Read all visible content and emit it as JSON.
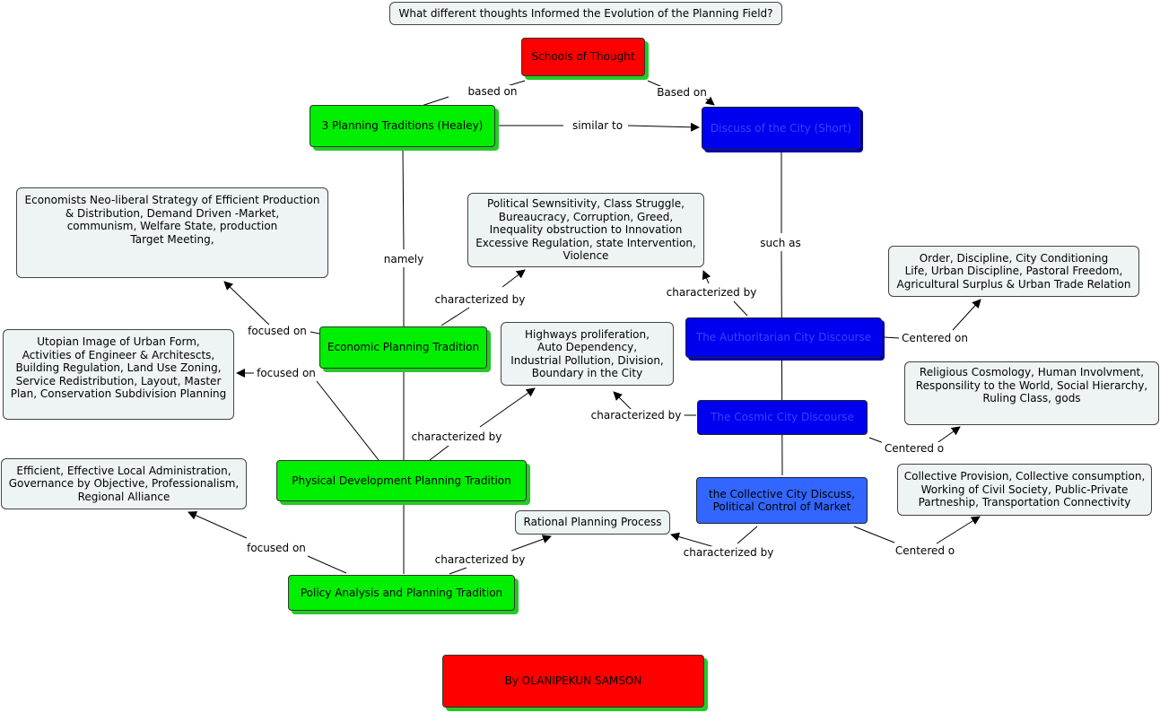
{
  "nodes": {
    "question": "What different thoughts Informed the Evolution of the Planning Field?",
    "schools": "Schools of Thought",
    "healey": "3 Planning Traditions (Healey)",
    "discuss_short": "Discuss of the City (Short)",
    "economists": "Economists Neo-liberal Strategy of Efficient Production\n& Distribution, Demand Driven -Market,\ncommunism, Welfare State, production\nTarget Meeting,",
    "political": "Political Sewnsitivity,  Class Struggle,\nBureaucracy,  Corruption, Greed,\nInequality obstruction to Innovation\nExcessive Regulation, state Intervention,\nViolence",
    "order": "Order, Discipline, City Conditioning\nLife, Urban Discipline, Pastoral Freedom,\nAgricultural Surplus & Urban Trade Relation",
    "utopian": "Utopian Image of Urban Form,\nActivities of Engineer & Architescts,\nBuilding Regulation, Land Use Zoning,\nService Redistribution, Layout, Master\nPlan, Conservation Subdivision Planning",
    "economic_tradition": "Economic Planning Tradition",
    "highways": "Highways proliferation,\nAuto Dependency,\nIndustrial Pollution, Division,\nBoundary in the City",
    "authoritarian": "The Authoritarian City Discourse",
    "religious": "Religious Cosmology, Human Involvment,\nResponsility to the World, Social Hierarchy,\nRuling Class, gods",
    "cosmic": "The Cosmic City Discourse",
    "efficient": "Efficient, Effective Local Administration,\nGovernance by Objective, Professionalism,\nRegional Alliance",
    "physical_tradition": "Physical Development Planning Tradition",
    "collective_discuss": "the Collective City Discuss,\nPolitical Control of Market",
    "collective_provision": "Collective Provision, Collective consumption,\nWorking of Civil Society, Public-Private\nPartneship, Transportation Connectivity",
    "rational": "Rational Planning Process",
    "policy_tradition": "Policy Analysis and Planning Tradition",
    "author": "By OLANIPEKUN SAMSON"
  },
  "links": {
    "based_on": "based on",
    "based_on_cap": "Based on",
    "similar_to": "similar to",
    "namely": "namely",
    "such_as": "such as",
    "characterized_by_1": "characterized by",
    "characterized_by_2": "characterized by",
    "characterized_by_3": "characterized by",
    "characterized_by_4": "characterized by",
    "characterized_by_5": "characterized by",
    "characterized_by_6": "characterized by",
    "focused_on_1": "focused on",
    "focused_on_2": "focused on",
    "focused_on_3": "focused on",
    "centered_on": "Centered on",
    "centered_o_1": "Centered o",
    "centered_o_2": "Centered o"
  },
  "colors": {
    "tradition_green": "#00ee00",
    "school_red": "#ff0000",
    "discourse_blue": "#0000ee",
    "collective_blue": "#3366ff",
    "concept_fill": "#eef3f4"
  }
}
